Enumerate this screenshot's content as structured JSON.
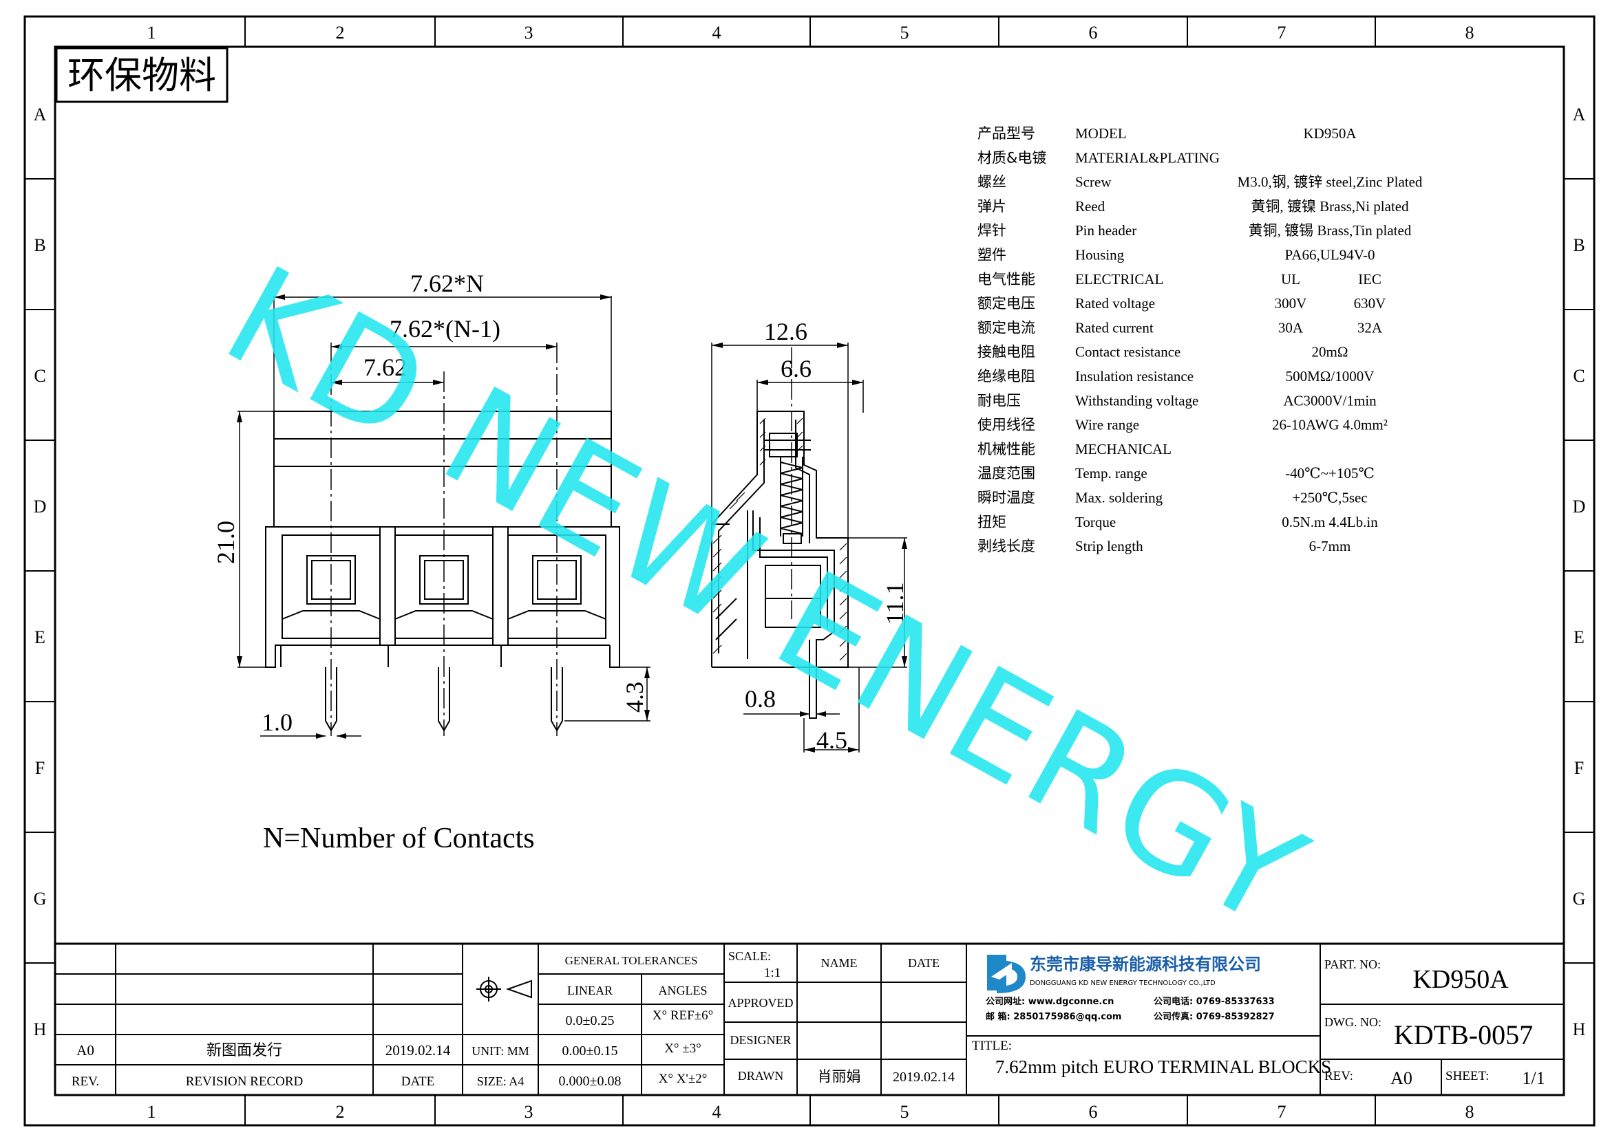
{
  "frame": {
    "columns": [
      "1",
      "2",
      "3",
      "4",
      "5",
      "6",
      "7",
      "8"
    ],
    "rows": [
      "A",
      "B",
      "C",
      "D",
      "E",
      "F",
      "G",
      "H"
    ]
  },
  "eco_stamp": "环保物料",
  "watermark": "KD NEW ENERGY",
  "front_view": {
    "dim_pitch_n": "7.62*N",
    "dim_pitch_n1": "7.62*(N-1)",
    "dim_pitch": "7.62",
    "dim_height": "21.0",
    "dim_pin_len": "4.3",
    "dim_pin_width": "1.0"
  },
  "side_view": {
    "dim_width": "12.6",
    "dim_screw": "6.6",
    "dim_body_low": "11.1",
    "dim_pin_thk": "0.8",
    "dim_offset": "4.5"
  },
  "note": "N=Number of Contacts",
  "specs": [
    {
      "zh": "产品型号",
      "en": "MODEL",
      "v1": "KD950A",
      "v2": ""
    },
    {
      "zh": "材质&电镀",
      "en": "MATERIAL&PLATING",
      "v1": "",
      "v2": ""
    },
    {
      "zh": "螺丝",
      "en": "Screw",
      "v1": "M3.0,钢, 镀锌 steel,Zinc Plated",
      "v2": ""
    },
    {
      "zh": "弹片",
      "en": "Reed",
      "v1": "黄铜, 镀镍 Brass,Ni plated",
      "v2": ""
    },
    {
      "zh": "焊针",
      "en": "Pin header",
      "v1": "黄铜, 镀锡 Brass,Tin plated",
      "v2": ""
    },
    {
      "zh": "塑件",
      "en": "Housing",
      "v1": "PA66,UL94V-0",
      "v2": ""
    },
    {
      "zh": "电气性能",
      "en": "ELECTRICAL",
      "v1": "UL",
      "v2": "IEC"
    },
    {
      "zh": "额定电压",
      "en": "Rated voltage",
      "v1": "300V",
      "v2": "630V"
    },
    {
      "zh": "额定电流",
      "en": "Rated current",
      "v1": "30A",
      "v2": "32A"
    },
    {
      "zh": "接触电阻",
      "en": "Contact resistance",
      "v1": "20mΩ",
      "v2": ""
    },
    {
      "zh": "绝缘电阻",
      "en": "Insulation resistance",
      "v1": "500MΩ/1000V",
      "v2": ""
    },
    {
      "zh": "耐电压",
      "en": "Withstanding voltage",
      "v1": "AC3000V/1min",
      "v2": ""
    },
    {
      "zh": "使用线径",
      "en": "Wire range",
      "v1": "26-10AWG 4.0mm²",
      "v2": ""
    },
    {
      "zh": "机械性能",
      "en": "MECHANICAL",
      "v1": "",
      "v2": ""
    },
    {
      "zh": "温度范围",
      "en": "Temp. range",
      "v1": "-40℃~+105℃",
      "v2": ""
    },
    {
      "zh": "瞬时温度",
      "en": "Max. soldering",
      "v1": "+250℃,5sec",
      "v2": ""
    },
    {
      "zh": "扭矩",
      "en": "Torque",
      "v1": "0.5N.m  4.4Lb.in",
      "v2": ""
    },
    {
      "zh": "剥线长度",
      "en": "Strip length",
      "v1": "6-7mm",
      "v2": ""
    }
  ],
  "title_block": {
    "rev_code": "A0",
    "rev_desc": "新图面发行",
    "rev_date": "2019.02.14",
    "rev_hdr": "REV.",
    "rev_record_hdr": "REVISION RECORD",
    "date_hdr": "DATE",
    "unit": "UNIT: MM",
    "size": "SIZE: A4",
    "gen_tol": "GENERAL TOLERANCES",
    "linear": "LINEAR",
    "angles": "ANGLES",
    "tol1": "0.0±0.25",
    "tol2": "0.00±0.15",
    "tol3": "0.000±0.08",
    "ang1": "X°  REF±6°",
    "ang2": "X°  ±3°",
    "ang3": "X° X'±2°",
    "scale_lbl": "SCALE:",
    "scale_val": "1:1",
    "approved": "APPROVED",
    "designer": "DESIGNER",
    "drawn": "DRAWN",
    "name_hdr": "NAME",
    "date_hdr2": "DATE",
    "drawn_name": "肖丽娟",
    "drawn_date": "2019.02.14",
    "company_zh": "东莞市康导新能源科技有限公司",
    "company_en": "DONGGUANG KD NEW ENERGY TECHNOLOGY CO.,LTD",
    "web": "公司网址: www.dgconne.cn",
    "tel": "公司电话: 0769-85337633",
    "mail": "邮    箱: 2850175986@qq.com",
    "fax": "公司传真: 0769-85392827",
    "title_lbl": "TITLE:",
    "title_val": "7.62mm pitch EURO TERMINAL BLOCKS",
    "part_lbl": "PART. NO:",
    "part_val": "KD950A",
    "dwg_lbl": "DWG. NO:",
    "dwg_val": "KDTB-0057",
    "rev_lbl": "REV:",
    "rev_val": "A0",
    "sheet_lbl": "SHEET:",
    "sheet_val": "1/1"
  }
}
